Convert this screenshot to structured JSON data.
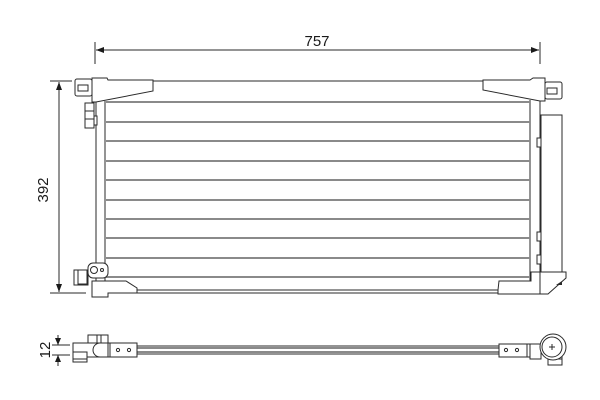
{
  "drawing": {
    "type": "technical-drawing",
    "subject": "condenser-radiator",
    "colors": {
      "line": "#2a2a2a",
      "tube": "#8a8a8a",
      "background": "#ffffff"
    },
    "dimensions": {
      "width": {
        "value": "757",
        "unit": "mm"
      },
      "height": {
        "value": "392",
        "unit": "mm"
      },
      "depth": {
        "value": "12",
        "unit": "mm"
      }
    },
    "views": [
      "front-view",
      "top-view"
    ],
    "tube_count": 10
  }
}
